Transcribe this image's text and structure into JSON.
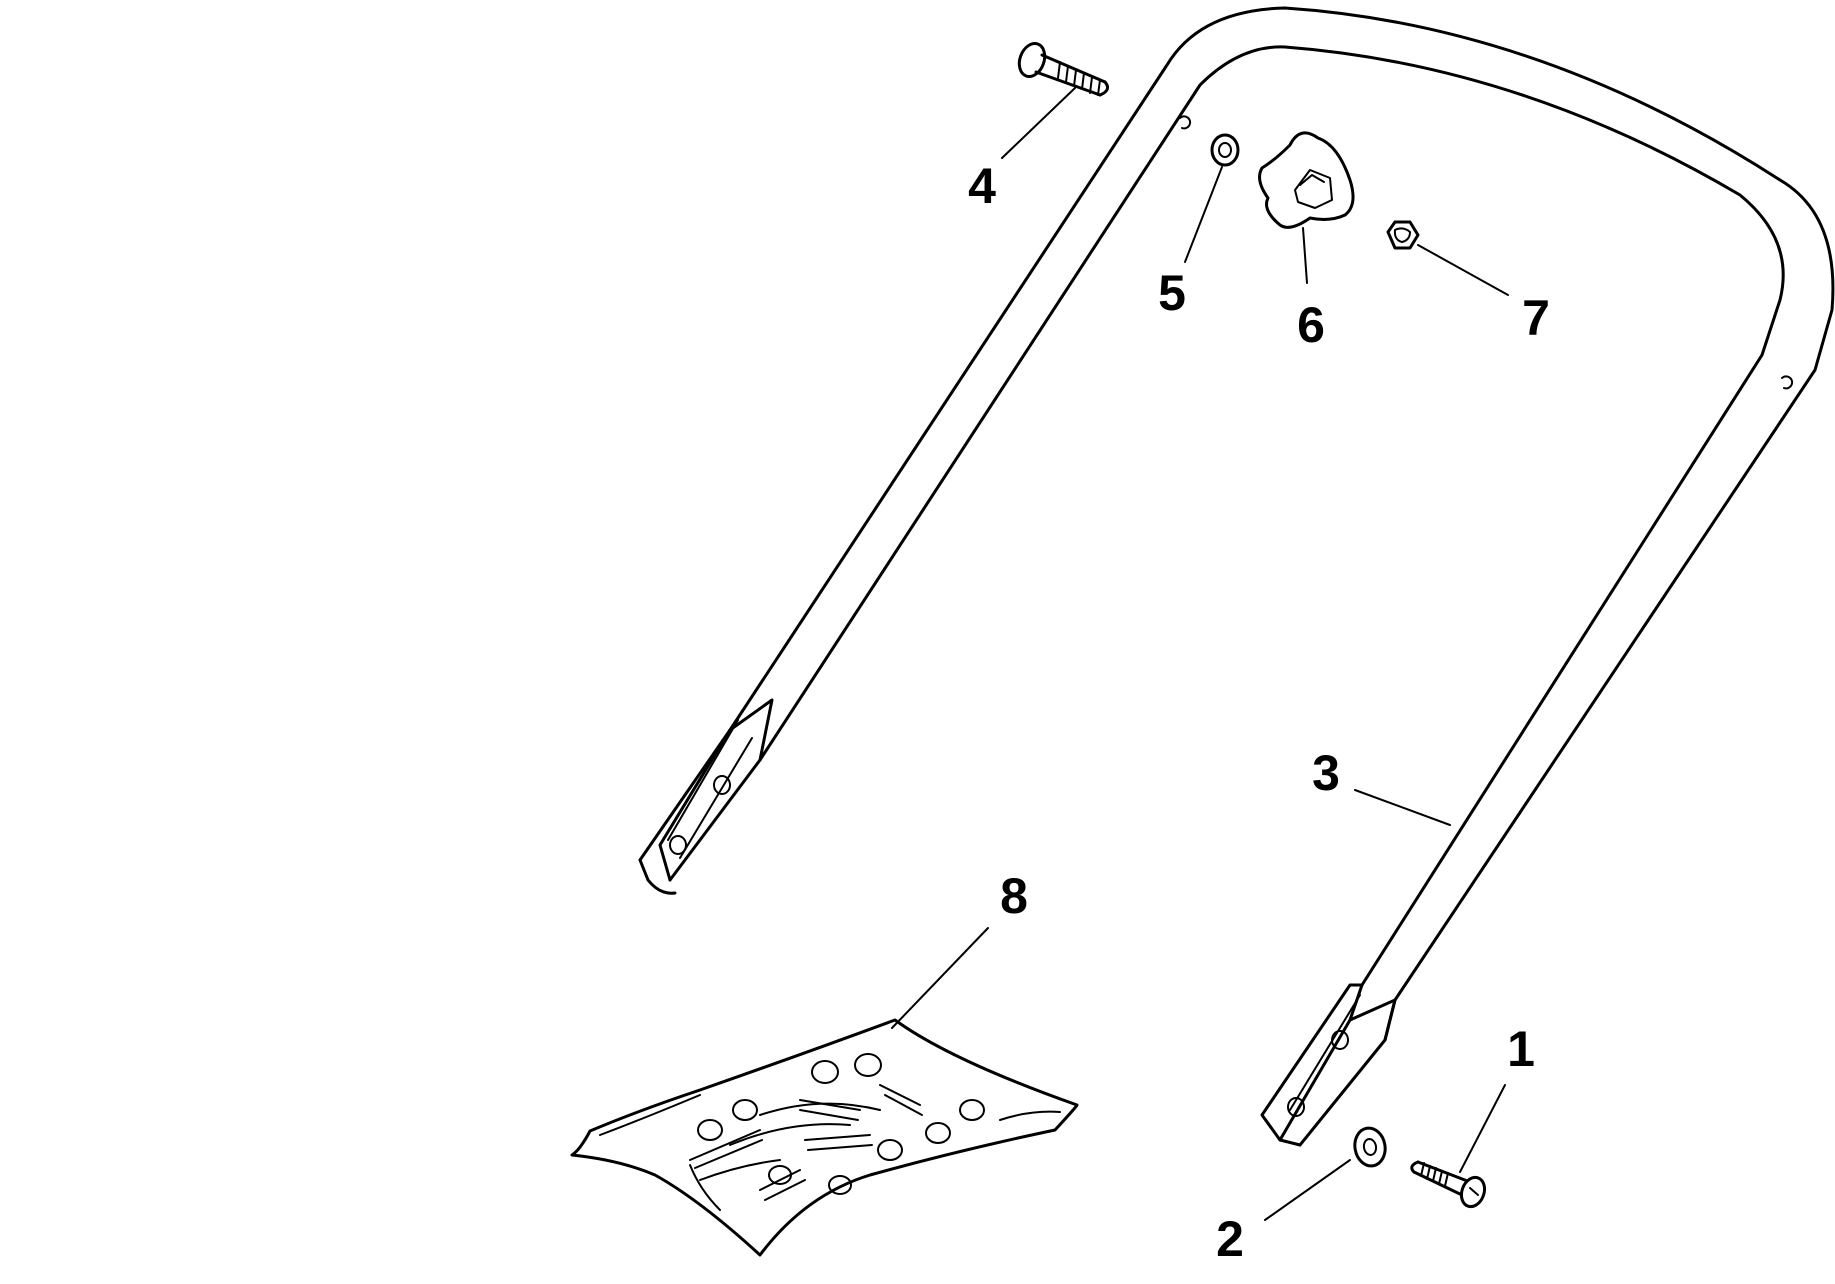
{
  "callouts": [
    {
      "id": "1",
      "text": "1"
    },
    {
      "id": "2",
      "text": "2"
    },
    {
      "id": "3",
      "text": "3"
    },
    {
      "id": "4",
      "text": "4"
    },
    {
      "id": "5",
      "text": "5"
    },
    {
      "id": "6",
      "text": "6"
    },
    {
      "id": "7",
      "text": "7"
    },
    {
      "id": "8",
      "text": "8"
    }
  ],
  "colors": {
    "line": "#000000",
    "background": "#ffffff"
  }
}
